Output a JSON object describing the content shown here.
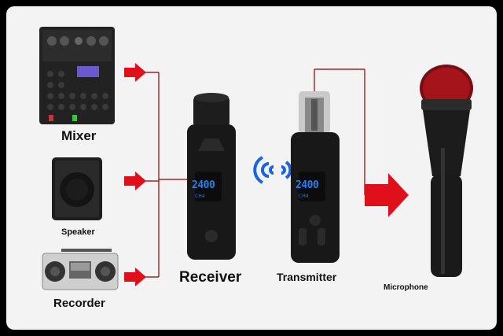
{
  "labels": {
    "mixer": "Mixer",
    "speaker": "Speaker",
    "recorder": "Recorder",
    "receiver": "Receiver",
    "transmitter": "Transmitter",
    "microphone": "Microphone"
  },
  "display": {
    "receiver_freq": "2400",
    "transmitter_freq": "2400",
    "sub_text": "CH4"
  },
  "colors": {
    "arrow": "#e0101a",
    "line": "#8b0000",
    "wifi": "#1b63e0",
    "lcd": "#2b7de9",
    "device": "#1a1a1a"
  }
}
